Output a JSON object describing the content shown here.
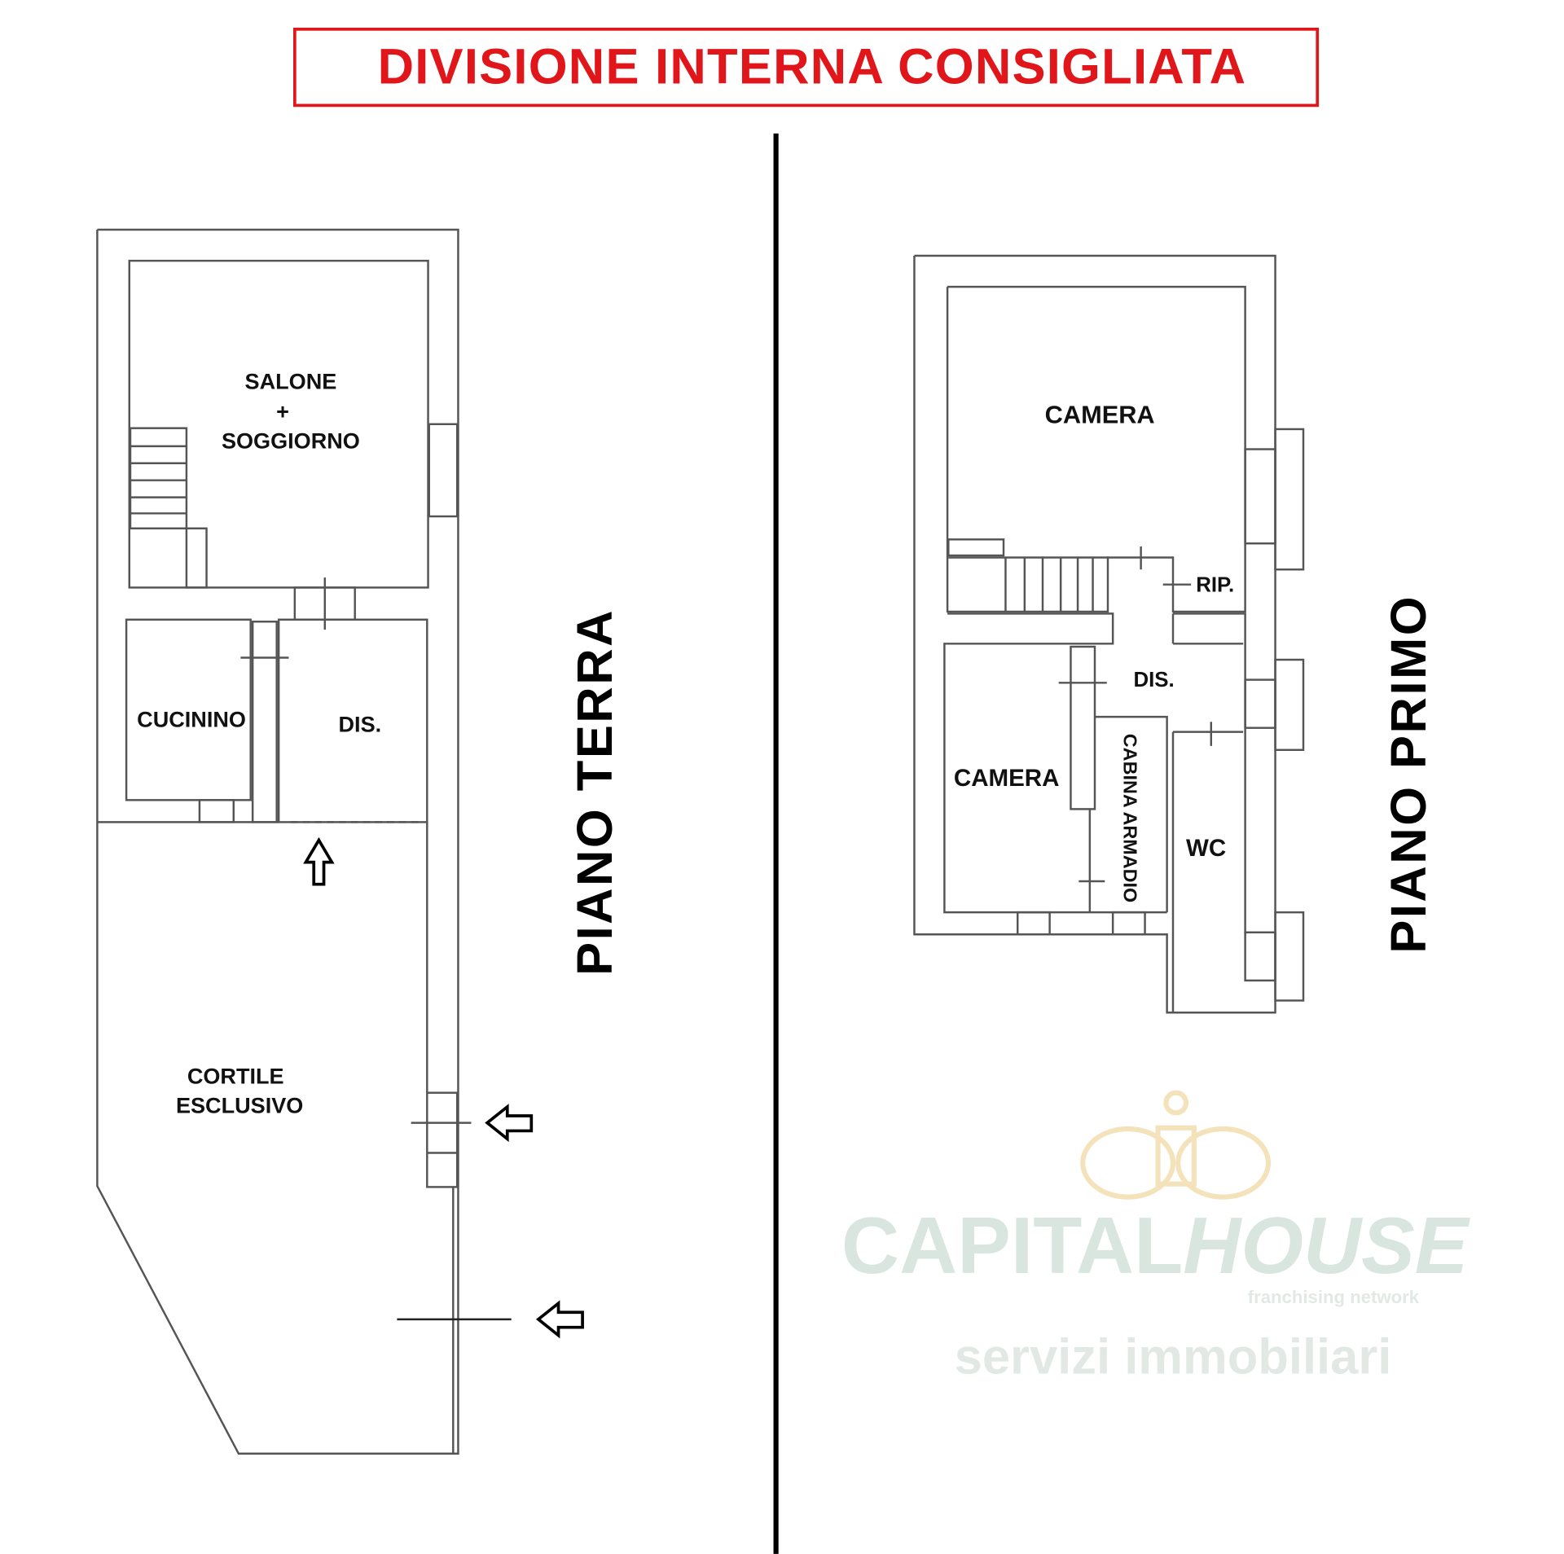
{
  "title": "DIVISIONE INTERNA CONSIGLIATA",
  "colors": {
    "title": "#e0161b",
    "walls": "#555555",
    "watermark": "#d5e3dc",
    "crown": "#f3dfb4"
  },
  "ground_floor": {
    "name": "PIANO TERRA",
    "rooms": {
      "salone_1": "SALONE",
      "salone_2": "+",
      "salone_3": "SOGGIORNO",
      "cucinino": "CUCININO",
      "dis": "DIS.",
      "cortile_1": "CORTILE",
      "cortile_2": "ESCLUSIVO"
    }
  },
  "first_floor": {
    "name": "PIANO PRIMO",
    "rooms": {
      "camera_top": "CAMERA",
      "rip": "RIP.",
      "dis": "DIS.",
      "camera_bottom": "CAMERA",
      "cabina": "CABINA ARMADIO",
      "wc": "WC"
    }
  },
  "watermark": {
    "brand_a": "CAPITAL",
    "brand_b": "HOUSE",
    "tagline": "franchising network",
    "sub": "servizi immobiliari"
  }
}
